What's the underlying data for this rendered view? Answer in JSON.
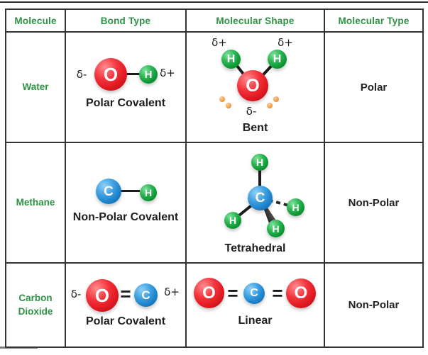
{
  "colors": {
    "header_green": "#2f9145",
    "ball_red": "#e41b24",
    "ball_green": "#119e37",
    "ball_blue": "#1f86cf",
    "lone_pair_orange": "#f29a3f",
    "border_dark": "#333333",
    "text_dark": "#1d1d1d"
  },
  "table": {
    "headers": {
      "molecule": "Molecule",
      "bond_type": "Bond Type",
      "molecular_shape": "Molecular Shape",
      "molecular_type": "Molecular Type"
    },
    "rows": [
      {
        "molecule": "Water",
        "bond": {
          "delta_left": "δ-",
          "atom_a": "O",
          "atom_b": "H",
          "delta_right": "δ+",
          "label": "Polar Covalent"
        },
        "shape": {
          "delta_h_left": "δ+",
          "delta_h_right": "δ+",
          "atom_h_left": "H",
          "atom_h_right": "H",
          "atom_o": "O",
          "delta_o": "δ-",
          "label": "Bent"
        },
        "type": "Polar"
      },
      {
        "molecule": "Methane",
        "bond": {
          "atom_a": "C",
          "atom_b": "H",
          "label": "Non-Polar Covalent"
        },
        "shape": {
          "atom_c": "C",
          "atom_h_top": "H",
          "atom_h_left": "H",
          "atom_h_bottom": "H",
          "atom_h_right": "H",
          "label": "Tetrahedral"
        },
        "type": "Non-Polar"
      },
      {
        "molecule": "Carbon Dioxide",
        "bond": {
          "delta_left": "δ-",
          "atom_a": "O",
          "double_bond": "=",
          "atom_b": "C",
          "delta_right": "δ+",
          "label": "Polar Covalent"
        },
        "shape": {
          "atom_o_left": "O",
          "double_bond_1": "=",
          "atom_c": "C",
          "double_bond_2": "=",
          "atom_o_right": "O",
          "label": "Linear"
        },
        "type": "Non-Polar"
      }
    ]
  }
}
